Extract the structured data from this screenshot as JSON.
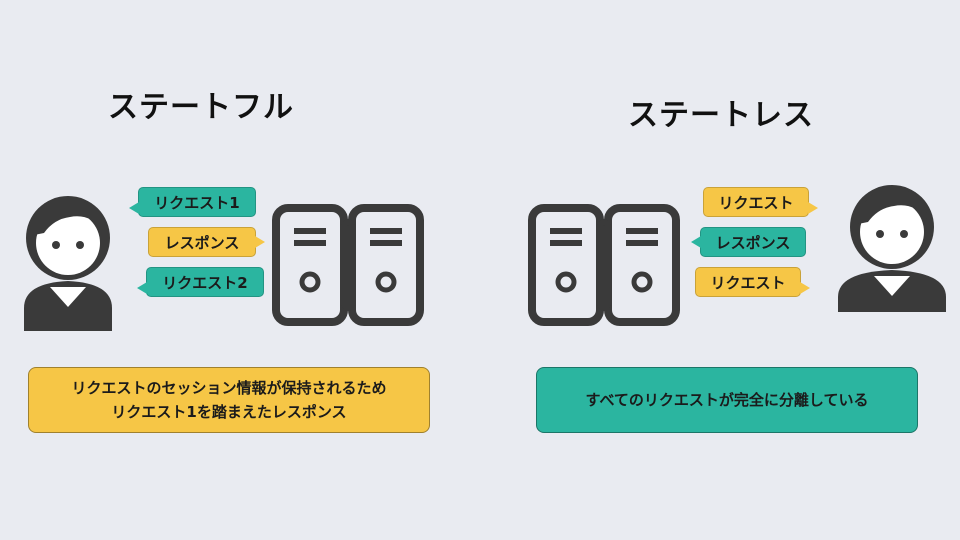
{
  "stateful": {
    "title": "ステートフル",
    "bubbles": [
      "リクエスト1",
      "レスポンス",
      "リクエスト2"
    ],
    "note_lines": [
      "リクエストのセッション情報が保持されるため",
      "リクエスト1を踏まえたレスポンス"
    ]
  },
  "stateless": {
    "title": "ステートレス",
    "bubbles": [
      "リクエスト",
      "レスポンス",
      "リクエスト"
    ],
    "note_lines": [
      "すべてのリクエストが完全に分離している"
    ]
  },
  "colors": {
    "background": "#e9ebf1",
    "teal": "#2bb5a0",
    "yellow": "#f6c646",
    "icon": "#3a3a3a"
  },
  "icons": [
    "user-icon",
    "server-icon"
  ]
}
